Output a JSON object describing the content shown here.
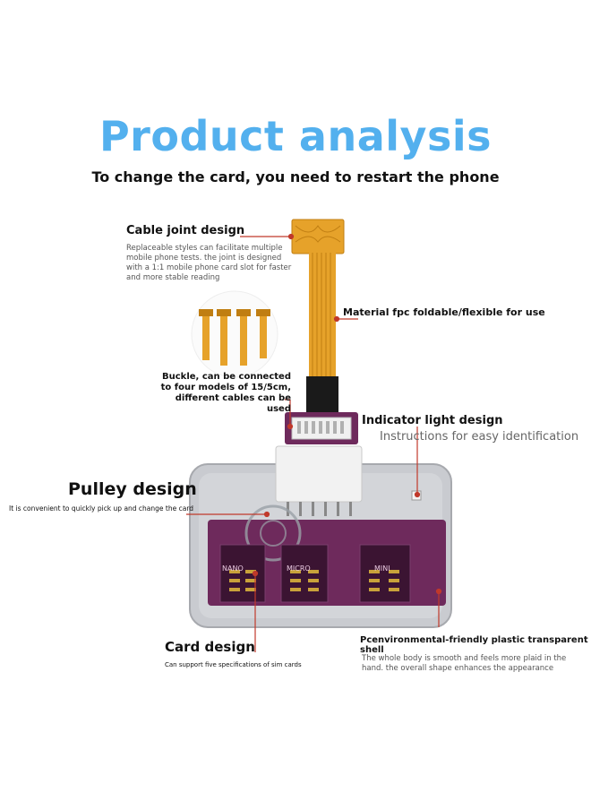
{
  "header": {
    "title": "Product analysis",
    "subtitle": "To change the card, you need to restart the phone"
  },
  "callouts": {
    "cable_joint": {
      "title": "Cable joint design",
      "desc": "Replaceable styles can facilitate multiple mobile phone tests. the joint is designed with a 1:1 mobile phone card slot for faster and more stable reading"
    },
    "material": {
      "title": "Material fpc foldable/flexible for use"
    },
    "buckle": {
      "title": "Buckle, can be connected to four models of 15/5cm, different cables can be used"
    },
    "indicator": {
      "title": "Indicator light design",
      "desc": "Instructions for easy identification"
    },
    "pulley": {
      "title": "Pulley design",
      "desc": "It is convenient to quickly pick up and change the card"
    },
    "card": {
      "title": "Card design",
      "desc": "Can support five specifications of sim cards"
    },
    "shell": {
      "title": "Pcenvironmental-friendly plastic transparent shell",
      "desc": "The whole body is smooth and feels more plaid in the hand. the overall shape enhances the appearance"
    }
  },
  "slot_labels": [
    "NANO",
    "MICRO",
    "MINI"
  ],
  "colors": {
    "title": "#53b0ee",
    "accent_line": "#c0392b",
    "flex_cable": "#e6a22a",
    "pcb": "#6e2a5c",
    "shell": "#c9cbd0"
  }
}
